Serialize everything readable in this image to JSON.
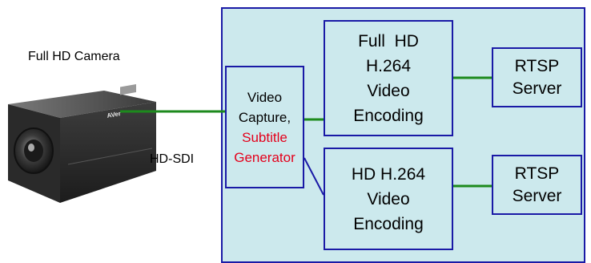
{
  "camera": {
    "title": "Full HD Camera",
    "link_label": "HD-SDI",
    "body_brand": "AVer"
  },
  "capture": {
    "line1": "Video",
    "line2": "Capture,",
    "line3": "Subtitle",
    "line4": "Generator"
  },
  "encoder_full_hd": {
    "line1": "Full  HD",
    "line2": "H.264",
    "line3": "Video",
    "line4": "Encoding"
  },
  "encoder_hd": {
    "line1": "HD H.264",
    "line2": "Video",
    "line3": "Encoding"
  },
  "rtsp_top": {
    "line1": "RTSP",
    "line2": "Server"
  },
  "rtsp_bottom": {
    "line1": "RTSP",
    "line2": "Server"
  },
  "colors": {
    "panel_fill": "#cce9ed",
    "box_border": "#1a1aa6",
    "connector_green": "#1d8a1d",
    "subtitle_red": "#e4001b"
  }
}
